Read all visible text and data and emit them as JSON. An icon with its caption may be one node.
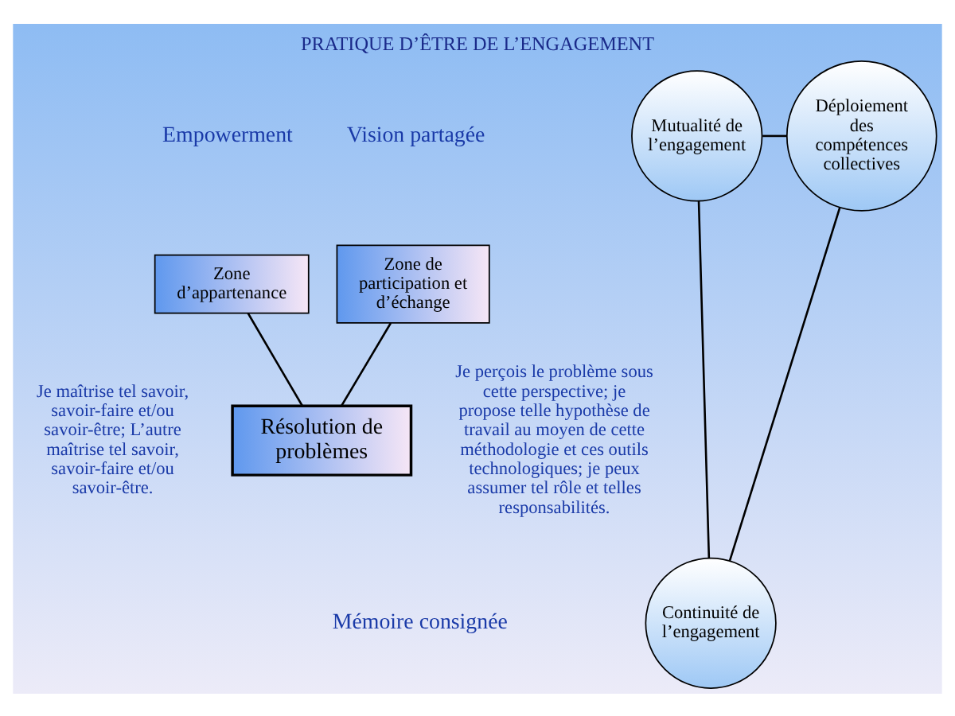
{
  "diagram": {
    "title": "PRATIQUE D’ÊTRE DE L’ENGAGEMENT",
    "nodes": [
      {
        "text": [
          "Mutualité de l’engagement"
        ]
      },
      {
        "text": [
          "Déploiement des compétences collectives"
        ]
      },
      {
        "text": [
          "Zone d’appartenance"
        ]
      },
      {
        "text": [
          "Zone de participation et d’échange"
        ]
      },
      {
        "text": [
          "Résolution de problèmes"
        ]
      },
      {
        "text": [
          "Continuité de l’engagement"
        ]
      }
    ],
    "edges": [
      {
        "from": 0,
        "to": 1,
        "arrow": "none"
      },
      {
        "from": 0,
        "to": 5,
        "arrow": "none"
      },
      {
        "from": 1,
        "to": 5,
        "arrow": "none"
      },
      {
        "from": 2,
        "to": 4,
        "arrow": "none"
      },
      {
        "from": 3,
        "to": 4,
        "arrow": "none"
      }
    ],
    "labels": [
      "Empowerment",
      "Vision partagée",
      "Je maîtrise tel savoir, savoir-faire et/ou savoir-être; L’autre maîtrise tel savoir, savoir-faire et/ou savoir-être.",
      "Je perçois le problème sous cette perspective; je propose telle hypothèse de travail au moyen de cette méthodologie et ces outils technologiques; je peux assumer tel rôle et telles responsabilités.",
      "Mémoire consignée"
    ]
  }
}
